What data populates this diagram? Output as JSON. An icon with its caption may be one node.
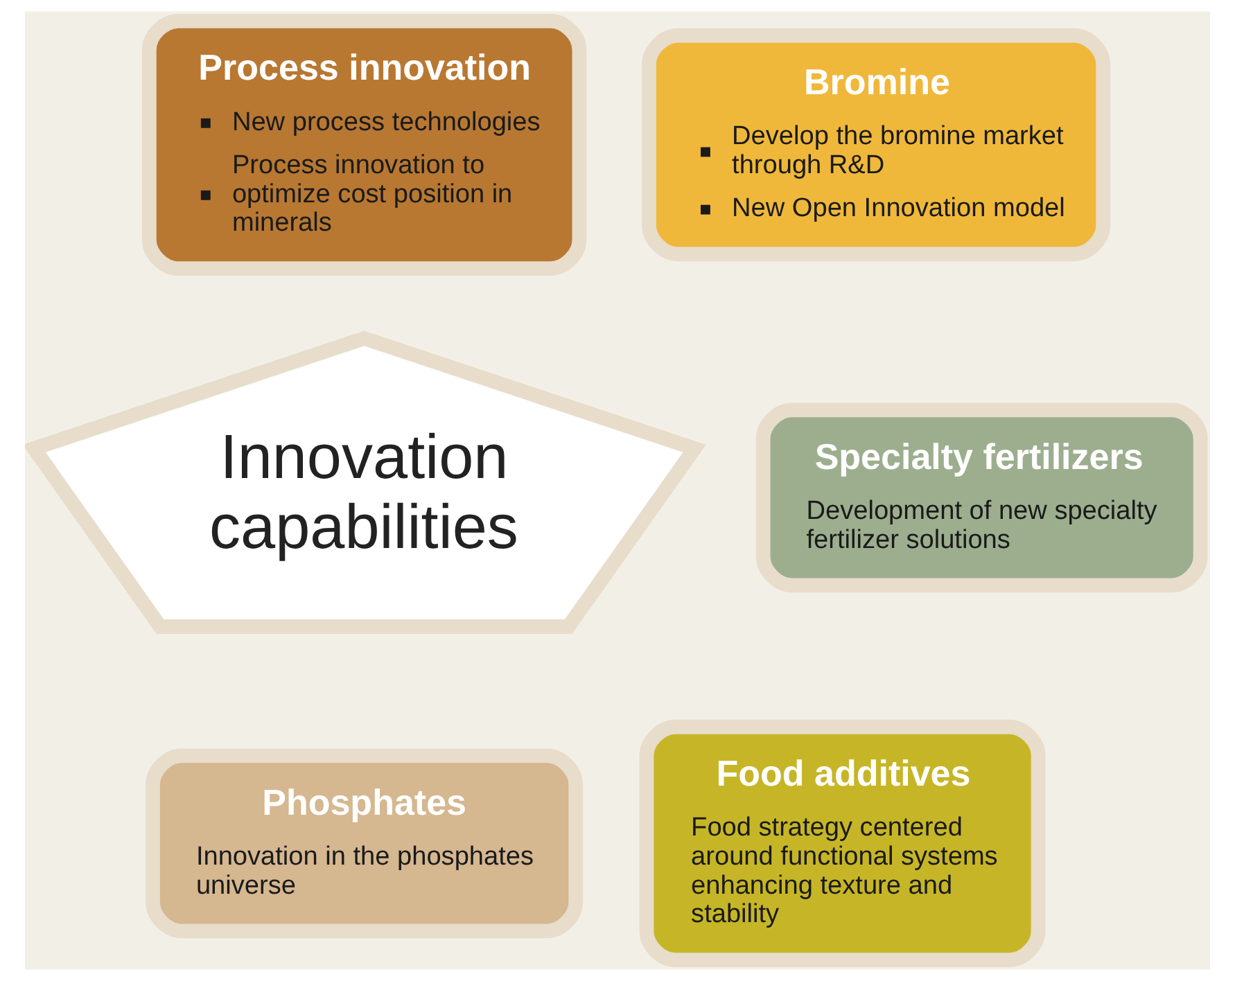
{
  "diagram": {
    "nodes": [
      {
        "text": [
          "Innovation capabilities"
        ]
      },
      {
        "text": [
          "Bromine",
          "Develop the bromine market through R&D",
          "New Open Innovation model"
        ]
      },
      {
        "text": [
          "Specialty fertilizers",
          "Development of new specialty fertilizer solutions"
        ]
      },
      {
        "text": [
          "Food additives",
          "Food strategy centered around functional systems enhancing texture and stability"
        ]
      },
      {
        "text": [
          "Phosphates",
          "Innovation in the phosphates universe"
        ]
      },
      {
        "text": [
          "Process innovation",
          "New process technologies",
          "Process innovation to optimize cost position in minerals"
        ]
      }
    ],
    "edges": []
  }
}
